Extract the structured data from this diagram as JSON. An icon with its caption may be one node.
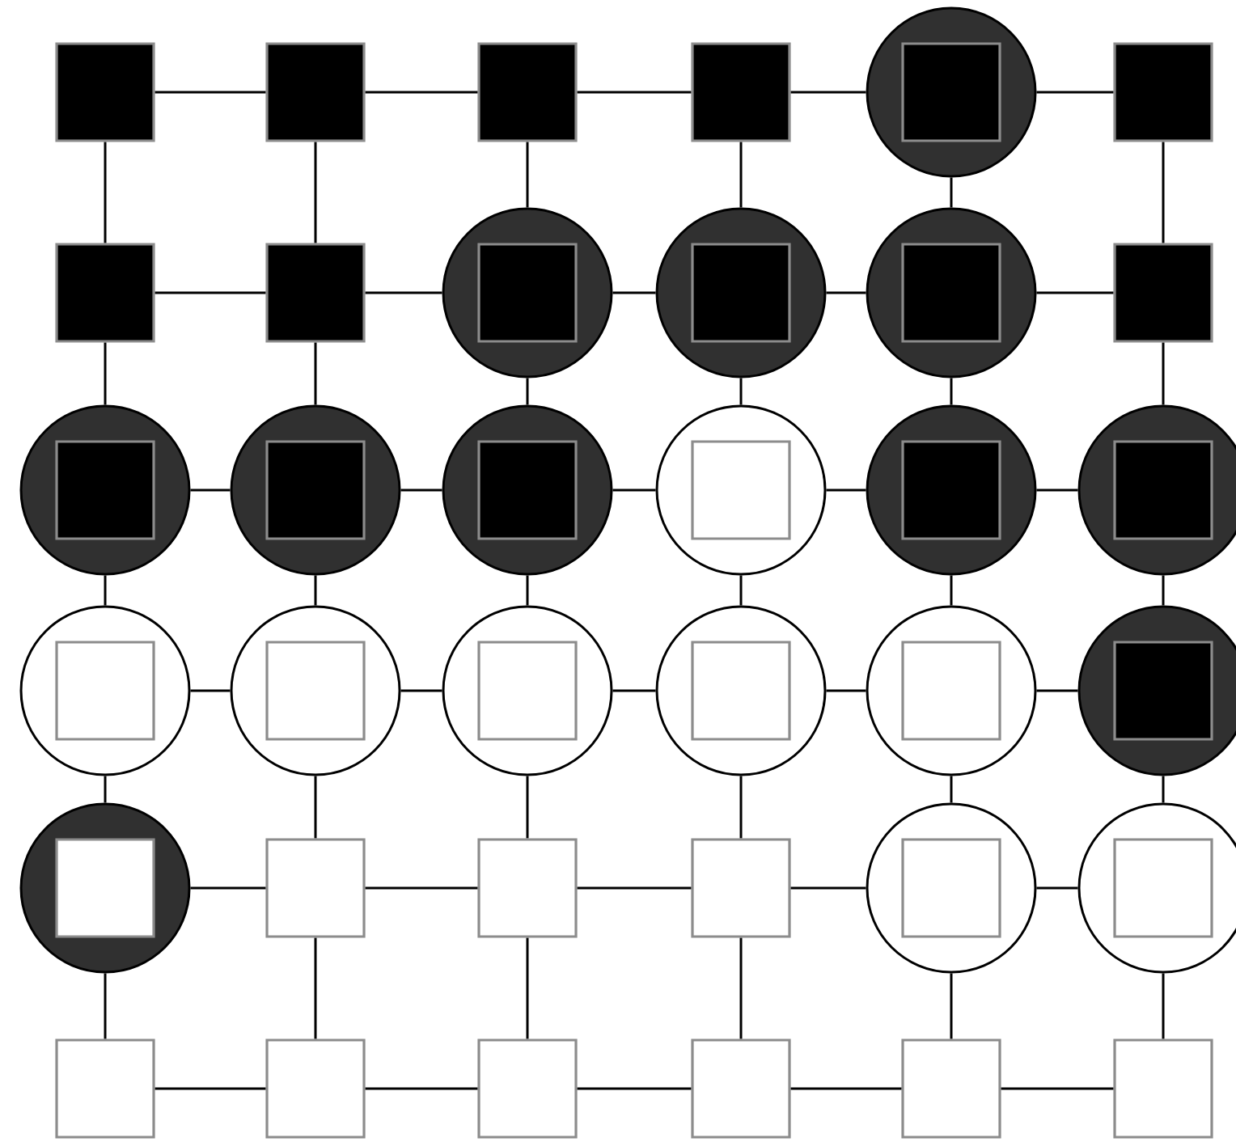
{
  "diagram": {
    "nodes": [
      {
        "text": [],
        "shape": "box"
      },
      {
        "text": [],
        "shape": "box"
      },
      {
        "text": [],
        "shape": "box"
      },
      {
        "text": [],
        "shape": "box"
      },
      {
        "text": [],
        "shape": "circle"
      },
      {
        "text": [],
        "shape": "box",
        "in": 4
      },
      {
        "text": [],
        "shape": "box"
      },
      {
        "text": [],
        "shape": "box"
      },
      {
        "text": [],
        "shape": "box"
      },
      {
        "text": [],
        "shape": "circle"
      },
      {
        "text": [],
        "shape": "box",
        "in": 9
      },
      {
        "text": [],
        "shape": "circle"
      },
      {
        "text": [],
        "shape": "box",
        "in": 11
      },
      {
        "text": [],
        "shape": "circle"
      },
      {
        "text": [],
        "shape": "box",
        "in": 13
      },
      {
        "text": [],
        "shape": "box"
      },
      {
        "text": [],
        "shape": "circle"
      },
      {
        "text": [],
        "shape": "box",
        "in": 16
      },
      {
        "text": [],
        "shape": "circle"
      },
      {
        "text": [],
        "shape": "box",
        "in": 18
      },
      {
        "text": [],
        "shape": "circle"
      },
      {
        "text": [],
        "shape": "box",
        "in": 20
      },
      {
        "text": [],
        "shape": "circle"
      },
      {
        "text": [],
        "shape": "box",
        "in": 22
      },
      {
        "text": [],
        "shape": "circle"
      },
      {
        "text": [],
        "shape": "box",
        "in": 24
      },
      {
        "text": [],
        "shape": "circle"
      },
      {
        "text": [],
        "shape": "box",
        "in": 26
      },
      {
        "text": [],
        "shape": "circle"
      },
      {
        "text": [],
        "shape": "box",
        "in": 28
      },
      {
        "text": [],
        "shape": "circle"
      },
      {
        "text": [],
        "shape": "box",
        "in": 30
      },
      {
        "text": [],
        "shape": "circle"
      },
      {
        "text": [],
        "shape": "box",
        "in": 32
      },
      {
        "text": [],
        "shape": "circle"
      },
      {
        "text": [],
        "shape": "box",
        "in": 34
      },
      {
        "text": [],
        "shape": "circle"
      },
      {
        "text": [],
        "shape": "box",
        "in": 36
      },
      {
        "text": [],
        "shape": "circle"
      },
      {
        "text": [],
        "shape": "box",
        "in": 38
      },
      {
        "text": [],
        "shape": "circle"
      },
      {
        "text": [],
        "shape": "box",
        "in": 40
      },
      {
        "text": [],
        "shape": "box"
      },
      {
        "text": [],
        "shape": "box"
      },
      {
        "text": [],
        "shape": "box"
      },
      {
        "text": [],
        "shape": "circle"
      },
      {
        "text": [],
        "shape": "box",
        "in": 45
      },
      {
        "text": [],
        "shape": "circle"
      },
      {
        "text": [],
        "shape": "box",
        "in": 47
      },
      {
        "text": [],
        "shape": "box"
      },
      {
        "text": [],
        "shape": "box"
      },
      {
        "text": [],
        "shape": "box"
      },
      {
        "text": [],
        "shape": "box"
      },
      {
        "text": [],
        "shape": "box"
      },
      {
        "text": [],
        "shape": "box"
      }
    ],
    "edges": [
      {
        "from": 0,
        "to": 1,
        "arrow": "none"
      },
      {
        "from": 1,
        "to": 2,
        "arrow": "none"
      },
      {
        "from": 2,
        "to": 3,
        "arrow": "none"
      },
      {
        "from": 3,
        "to": 4,
        "arrow": "none"
      },
      {
        "from": 4,
        "to": 6,
        "arrow": "none"
      },
      {
        "from": 7,
        "to": 8,
        "arrow": "none"
      },
      {
        "from": 8,
        "to": 9,
        "arrow": "none"
      },
      {
        "from": 9,
        "to": 11,
        "arrow": "none"
      },
      {
        "from": 11,
        "to": 13,
        "arrow": "none"
      },
      {
        "from": 13,
        "to": 15,
        "arrow": "none"
      },
      {
        "from": 16,
        "to": 18,
        "arrow": "none"
      },
      {
        "from": 18,
        "to": 20,
        "arrow": "none"
      },
      {
        "from": 20,
        "to": 22,
        "arrow": "none"
      },
      {
        "from": 22,
        "to": 24,
        "arrow": "none"
      },
      {
        "from": 24,
        "to": 26,
        "arrow": "none"
      },
      {
        "from": 28,
        "to": 30,
        "arrow": "none"
      },
      {
        "from": 30,
        "to": 32,
        "arrow": "none"
      },
      {
        "from": 32,
        "to": 34,
        "arrow": "none"
      },
      {
        "from": 34,
        "to": 36,
        "arrow": "none"
      },
      {
        "from": 36,
        "to": 38,
        "arrow": "none"
      },
      {
        "from": 40,
        "to": 42,
        "arrow": "none"
      },
      {
        "from": 42,
        "to": 43,
        "arrow": "none"
      },
      {
        "from": 43,
        "to": 44,
        "arrow": "none"
      },
      {
        "from": 44,
        "to": 45,
        "arrow": "none"
      },
      {
        "from": 45,
        "to": 47,
        "arrow": "none"
      },
      {
        "from": 49,
        "to": 50,
        "arrow": "none"
      },
      {
        "from": 50,
        "to": 51,
        "arrow": "none"
      },
      {
        "from": 51,
        "to": 52,
        "arrow": "none"
      },
      {
        "from": 52,
        "to": 53,
        "arrow": "none"
      },
      {
        "from": 53,
        "to": 54,
        "arrow": "none"
      },
      {
        "from": 0,
        "to": 7,
        "arrow": "none"
      },
      {
        "from": 7,
        "to": 16,
        "arrow": "none"
      },
      {
        "from": 16,
        "to": 28,
        "arrow": "none"
      },
      {
        "from": 28,
        "to": 40,
        "arrow": "none"
      },
      {
        "from": 40,
        "to": 49,
        "arrow": "none"
      },
      {
        "from": 1,
        "to": 8,
        "arrow": "none"
      },
      {
        "from": 8,
        "to": 18,
        "arrow": "none"
      },
      {
        "from": 18,
        "to": 30,
        "arrow": "none"
      },
      {
        "from": 30,
        "to": 42,
        "arrow": "none"
      },
      {
        "from": 42,
        "to": 50,
        "arrow": "none"
      },
      {
        "from": 2,
        "to": 9,
        "arrow": "none"
      },
      {
        "from": 9,
        "to": 20,
        "arrow": "none"
      },
      {
        "from": 20,
        "to": 32,
        "arrow": "none"
      },
      {
        "from": 32,
        "to": 43,
        "arrow": "none"
      },
      {
        "from": 43,
        "to": 51,
        "arrow": "none"
      },
      {
        "from": 3,
        "to": 11,
        "arrow": "none"
      },
      {
        "from": 11,
        "to": 22,
        "arrow": "none"
      },
      {
        "from": 22,
        "to": 34,
        "arrow": "none"
      },
      {
        "from": 34,
        "to": 44,
        "arrow": "none"
      },
      {
        "from": 44,
        "to": 52,
        "arrow": "none"
      },
      {
        "from": 4,
        "to": 13,
        "arrow": "none"
      },
      {
        "from": 13,
        "to": 24,
        "arrow": "none"
      },
      {
        "from": 24,
        "to": 36,
        "arrow": "none"
      },
      {
        "from": 36,
        "to": 45,
        "arrow": "none"
      },
      {
        "from": 45,
        "to": 53,
        "arrow": "none"
      },
      {
        "from": 6,
        "to": 15,
        "arrow": "none"
      },
      {
        "from": 15,
        "to": 26,
        "arrow": "none"
      },
      {
        "from": 26,
        "to": 38,
        "arrow": "none"
      },
      {
        "from": 38,
        "to": 47,
        "arrow": "none"
      },
      {
        "from": 47,
        "to": 54,
        "arrow": "none"
      }
    ]
  }
}
